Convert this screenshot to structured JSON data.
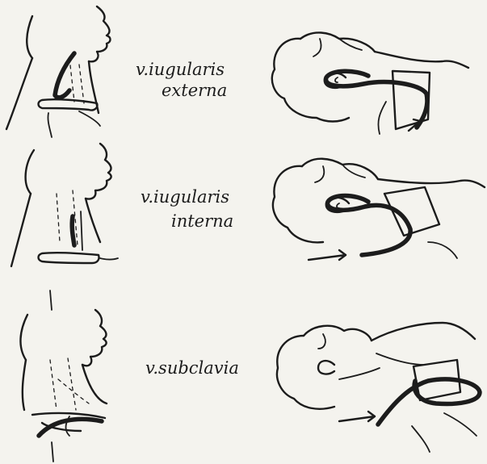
{
  "panels": [
    {
      "label_line1": "v.iugularis",
      "label_line2": "externa"
    },
    {
      "label_line1": "v.iugularis",
      "label_line2": "interna"
    },
    {
      "label_line1": "v.subclavia",
      "label_line2": ""
    }
  ],
  "colors": {
    "ink": "#1c1c1c",
    "paper": "#f4f3ee"
  }
}
